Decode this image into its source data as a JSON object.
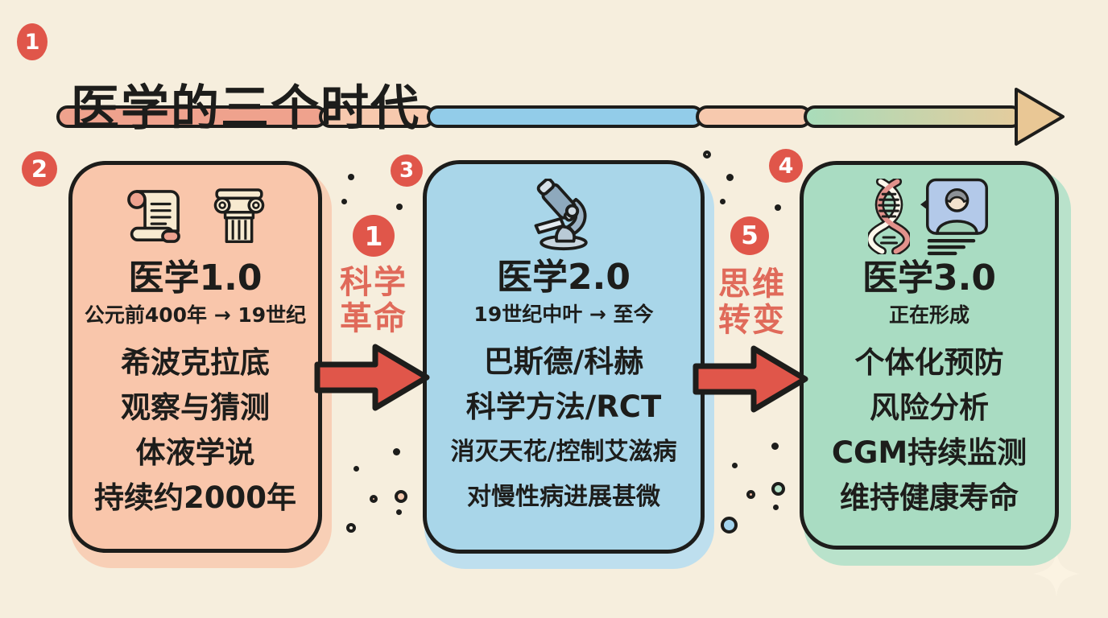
{
  "header": {
    "badge": "1",
    "title": "医学的三个时代"
  },
  "timeline": {
    "direction": "left-to-right",
    "segments": [
      {
        "name": "era-1",
        "color": "#efa28d"
      },
      {
        "name": "transition-1",
        "color": "#f7c9ae"
      },
      {
        "name": "era-2",
        "color": "#92cce9"
      },
      {
        "name": "transition-2",
        "color": "#f7c9ae"
      },
      {
        "name": "era-3",
        "color_start": "#a8dcba",
        "color_end": "#e5cc9d"
      }
    ],
    "arrowhead_color": "#e9c795"
  },
  "cards": [
    {
      "badge": "2",
      "icons": [
        "scroll-icon",
        "greek-column-icon"
      ],
      "title": "医学1.0",
      "subtitle": "公元前400年 → 19世纪",
      "lines": [
        "希波克拉底",
        "观察与猜测",
        "体液学说",
        "持续约2000年"
      ],
      "color": "#f9c6ab"
    },
    {
      "badge": "3",
      "icons": [
        "microscope-icon"
      ],
      "title": "医学2.0",
      "subtitle": "19世纪中叶 → 至今",
      "lines": [
        "巴斯德/科赫",
        "科学方法/RCT",
        "消灭天花/控制艾滋病",
        "对慢性病进展甚微"
      ],
      "color": "#a9d6e9"
    },
    {
      "badge": "4",
      "icons": [
        "dna-icon",
        "patient-profile-icon"
      ],
      "title": "医学3.0",
      "subtitle": "正在形成",
      "lines": [
        "个体化预防",
        "风险分析",
        "CGM持续监测",
        "维持健康寿命"
      ],
      "color": "#a9dcc2"
    }
  ],
  "transitions": [
    {
      "badge": "1",
      "line1": "科学",
      "line2": "革命"
    },
    {
      "badge": "5",
      "line1": "思维",
      "line2": "转变"
    }
  ],
  "colors": {
    "background": "#f6eedd",
    "ink": "#1d1d1b",
    "accent_red": "#e0564a",
    "transition_text_red": "#e06a5a"
  }
}
